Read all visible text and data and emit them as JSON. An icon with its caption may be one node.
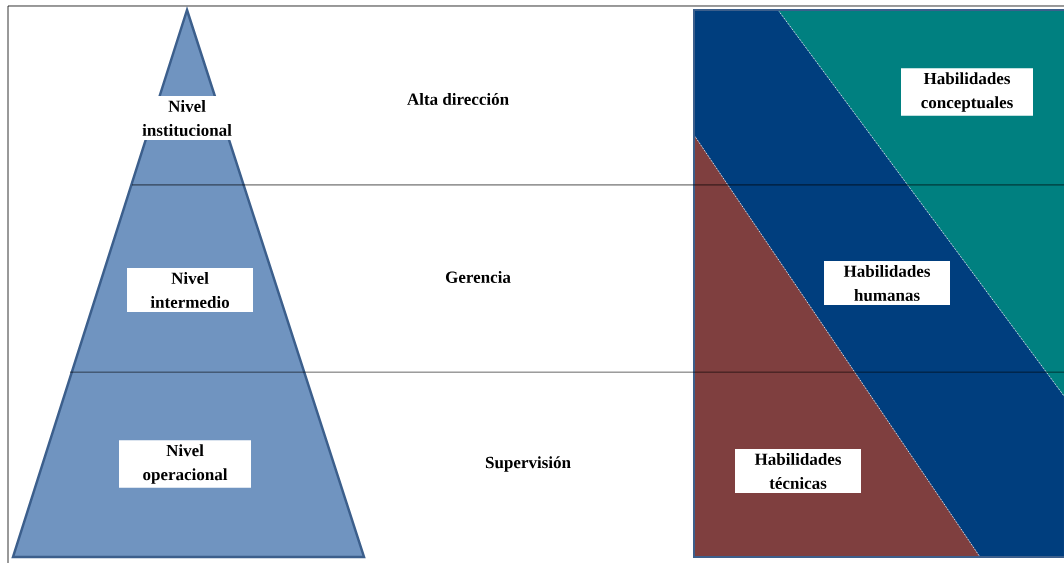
{
  "diagram": {
    "nodes": [
      {
        "text": [
          "Nivel institucional"
        ]
      },
      {
        "text": [
          "Nivel intermedio"
        ]
      },
      {
        "text": [
          "Nivel operacional"
        ]
      },
      {
        "text": [
          "Habilidades conceptuales"
        ]
      },
      {
        "text": [
          "Habilidades humanas"
        ]
      },
      {
        "text": [
          "Habilidades técnicas"
        ]
      }
    ],
    "labels": [
      "Alta dirección",
      "Gerencia",
      "Supervisión"
    ]
  }
}
